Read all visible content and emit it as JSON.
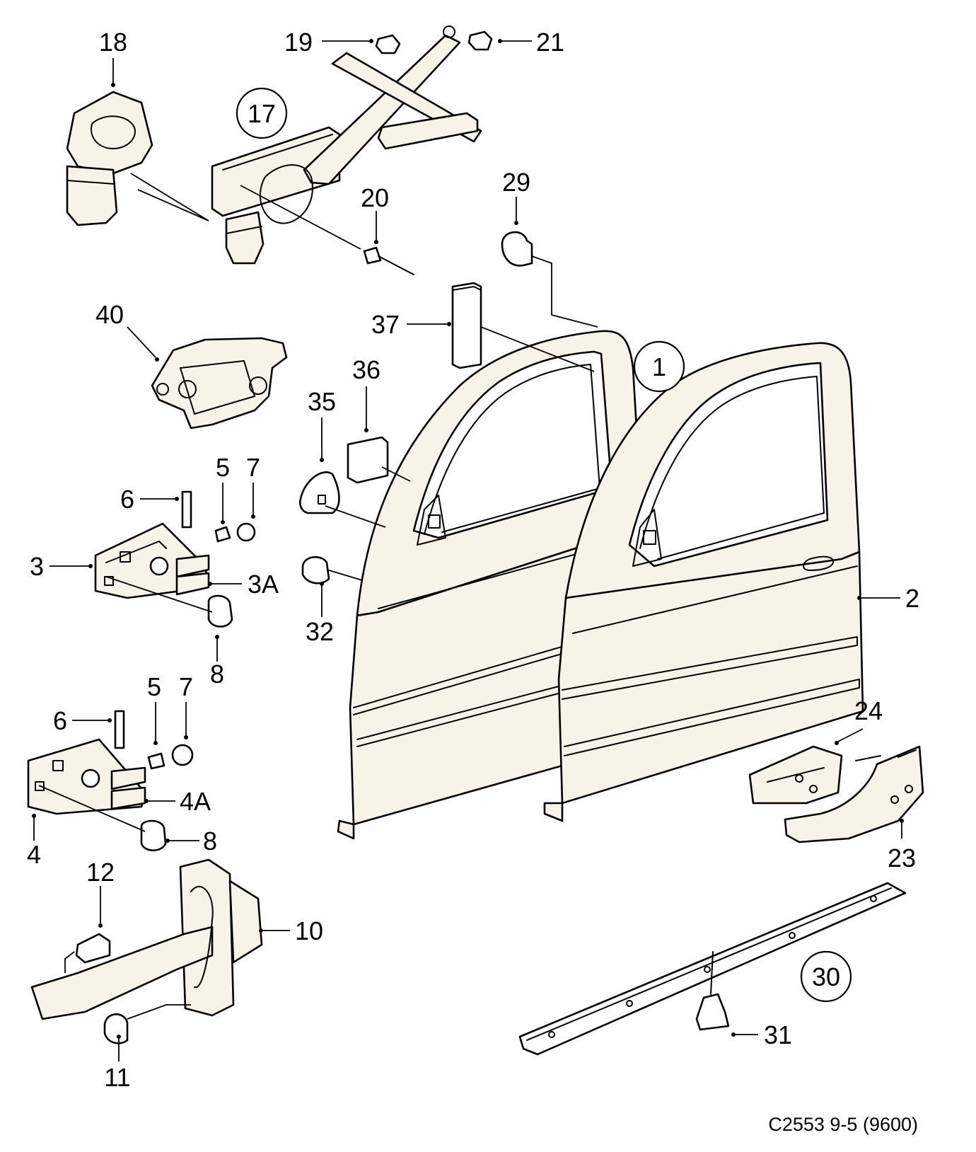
{
  "diagram": {
    "reference": "C2553 9-5 (9600)",
    "callouts": {
      "c1": "1",
      "c2": "2",
      "c3": "3",
      "c3a": "3A",
      "c4": "4",
      "c4a": "4A",
      "c5a": "5",
      "c5b": "5",
      "c6a": "6",
      "c6b": "6",
      "c7a": "7",
      "c7b": "7",
      "c8a": "8",
      "c8b": "8",
      "c10": "10",
      "c11": "11",
      "c12": "12",
      "c17": "17",
      "c18": "18",
      "c19": "19",
      "c20": "20",
      "c21": "21",
      "c23": "23",
      "c24": "24",
      "c29": "29",
      "c30": "30",
      "c31": "31",
      "c32": "32",
      "c35": "35",
      "c36": "36",
      "c37": "37",
      "c40": "40"
    }
  }
}
